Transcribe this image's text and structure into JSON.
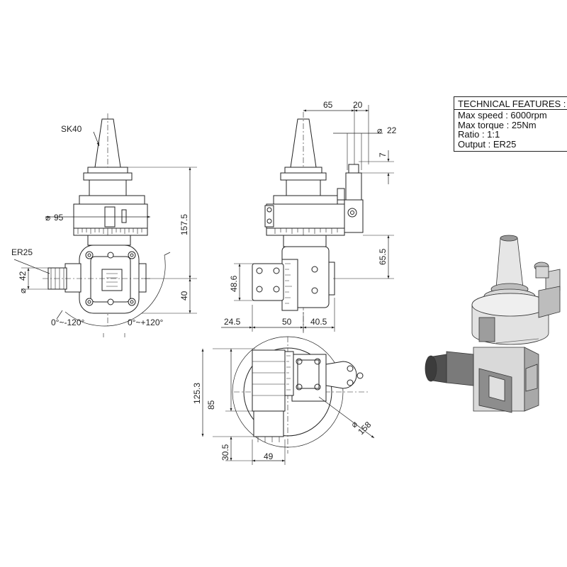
{
  "technical_features": {
    "title": "TECHNICAL FEATURES :",
    "lines": [
      "Max speed : 6000rpm",
      "Max torque : 25Nm",
      "Ratio : 1:1",
      "Output : ER25"
    ]
  },
  "dimensions": {
    "front": {
      "taper": "SK40",
      "dia_body": "95",
      "height": "157.5",
      "bottom": "40",
      "collet": "ER25",
      "dia_collet": "42",
      "rot_left": "0°~-120°",
      "rot_right": "0°~+120°"
    },
    "side": {
      "d65": "65",
      "d20": "20",
      "d22": "22",
      "d7": "7",
      "d655": "65.5",
      "d486": "48.6",
      "d245": "24.5",
      "d50": "50",
      "d405": "40.5"
    },
    "top": {
      "d1253": "125.3",
      "d85": "85",
      "d305": "30.5",
      "d49": "49",
      "d158": "158"
    }
  },
  "colors": {
    "line": "#222222",
    "background": "#ffffff",
    "render_metal": "#cfcfcf",
    "render_dark": "#555555"
  }
}
